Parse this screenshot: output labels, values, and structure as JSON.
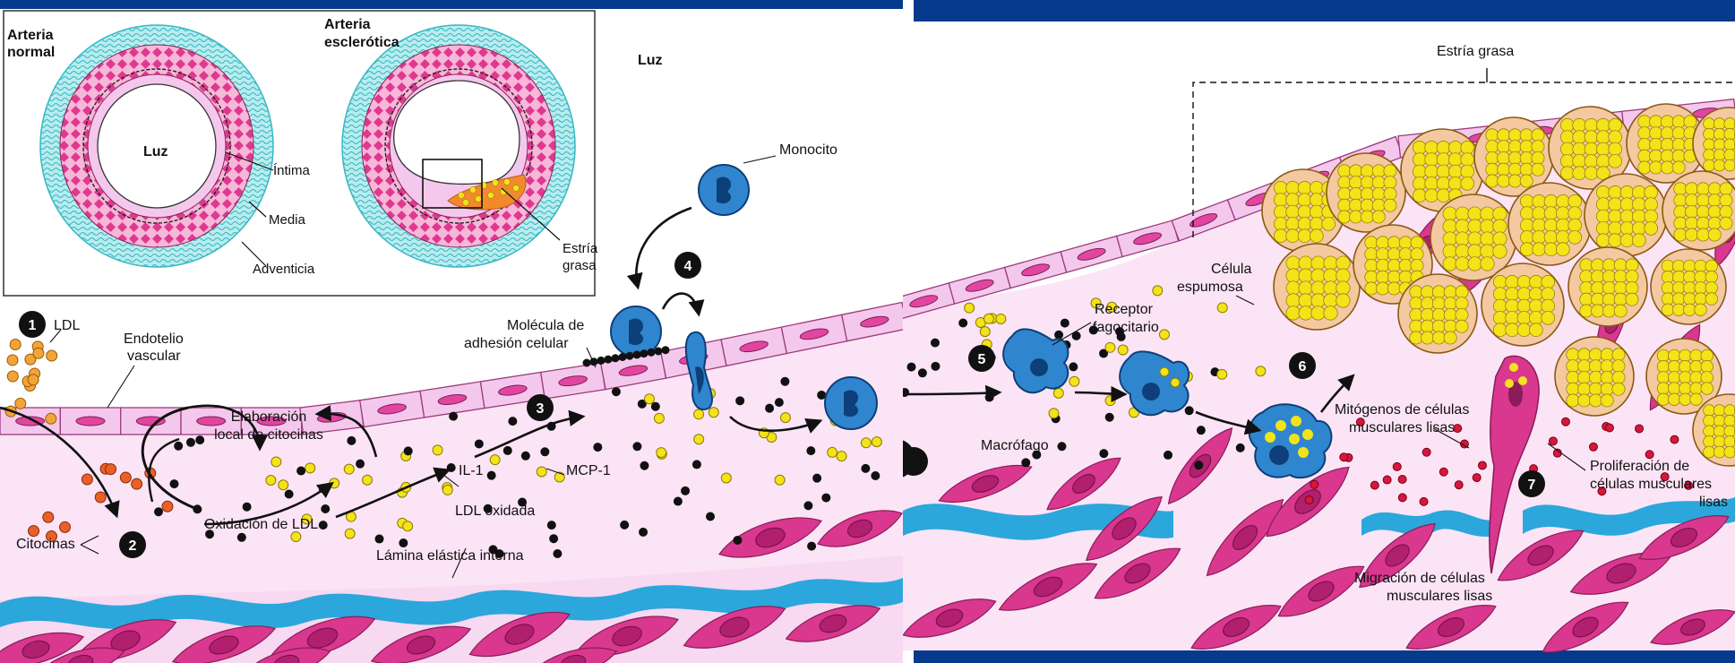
{
  "panel_left": {
    "inset": {
      "normal_title": [
        "Arteria",
        "normal"
      ],
      "sclerotic_title": [
        "Arteria",
        "esclerótica"
      ],
      "lumen_label": "Luz",
      "intima": "Íntima",
      "media": "Media",
      "adventicia": "Adventicia",
      "estria": [
        "Estría",
        "grasa"
      ]
    },
    "lumen_label": "Luz",
    "ldl": "LDL",
    "endotelio": [
      "Endotelio",
      "vascular"
    ],
    "elaboracion": [
      "Elaboración",
      "local de citocinas"
    ],
    "il1": "IL-1",
    "mcp1": "MCP-1",
    "molecula": [
      "Molécula de",
      "adhesión celular"
    ],
    "monocito": "Monocito",
    "citocinas": "Citocinas",
    "oxidacion": "Oxidación de LDL",
    "ldl_oxidada": "LDL oxidada",
    "lamina": "Lámina elástica interna",
    "steps": [
      "1",
      "2",
      "3",
      "4"
    ]
  },
  "panel_right": {
    "estria_grasa": "Estría grasa",
    "celula_espumosa": [
      "Célula",
      "espumosa"
    ],
    "receptor": [
      "Receptor",
      "fagocitario"
    ],
    "macrofago": "Macrófago",
    "mitogenos": [
      "Mitógenos de células",
      "musculares lisas"
    ],
    "proliferacion": [
      "Proliferación de",
      "células musculares",
      "lisas"
    ],
    "migracion": [
      "Migración de células",
      "musculares lisas"
    ],
    "steps": [
      "5",
      "6",
      "7"
    ]
  },
  "colors": {
    "frame_blue": "#053a8c",
    "endothelium": "#f4c8ec",
    "intima": "#fbe4f6",
    "nucleus": "#e2459f",
    "lamina": "#2ba7dc",
    "smooth_muscle": "#d9388e",
    "lipid": "#f4e21a",
    "macrophage": "#2f86cf"
  }
}
